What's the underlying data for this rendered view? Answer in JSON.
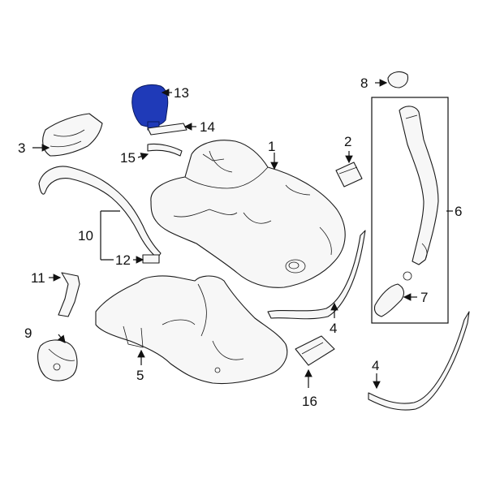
{
  "callouts": {
    "c1": "1",
    "c2": "2",
    "c3": "3",
    "c4a": "4",
    "c4b": "4",
    "c5": "5",
    "c6": "6",
    "c7": "7",
    "c8": "8",
    "c9": "9",
    "c10": "10",
    "c11": "11",
    "c12": "12",
    "c13": "13",
    "c14": "14",
    "c15": "15",
    "c16": "16"
  },
  "colors": {
    "highlight": "#1f3ab8",
    "outline": "#1a1a1a",
    "part_fill": "#f7f7f7",
    "background": "#ffffff"
  }
}
